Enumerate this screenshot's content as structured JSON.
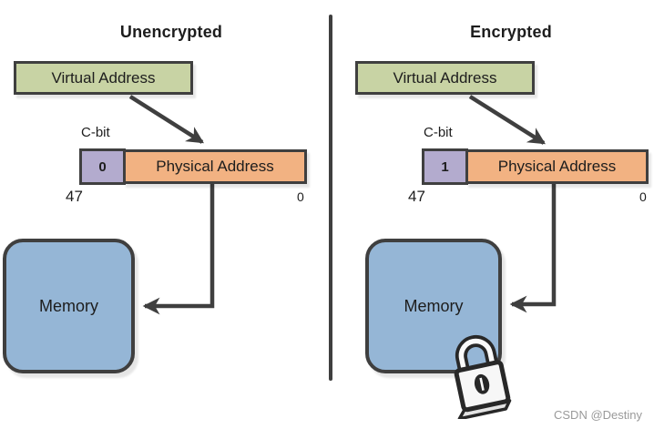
{
  "watermark": "CSDN @Destiny",
  "colors": {
    "green": "#c8d3a4",
    "purple": "#b3abce",
    "orange": "#f2b282",
    "blue": "#95b6d6",
    "line": "#3f3f3f",
    "wm": "#9a9a9a"
  },
  "panels": [
    {
      "title": "Unencrypted",
      "virtual_address_label": "Virtual Address",
      "cbit_label": "C-bit",
      "cbit_value": "0",
      "physical_address_label": "Physical Address",
      "bit_index_high": "47",
      "bit_index_low": "0",
      "memory_label": "Memory",
      "locked": false
    },
    {
      "title": "Encrypted",
      "virtual_address_label": "Virtual Address",
      "cbit_label": "C-bit",
      "cbit_value": "1",
      "physical_address_label": "Physical Address",
      "bit_index_high": "47",
      "bit_index_low": "0",
      "memory_label": "Memory",
      "locked": true
    }
  ]
}
